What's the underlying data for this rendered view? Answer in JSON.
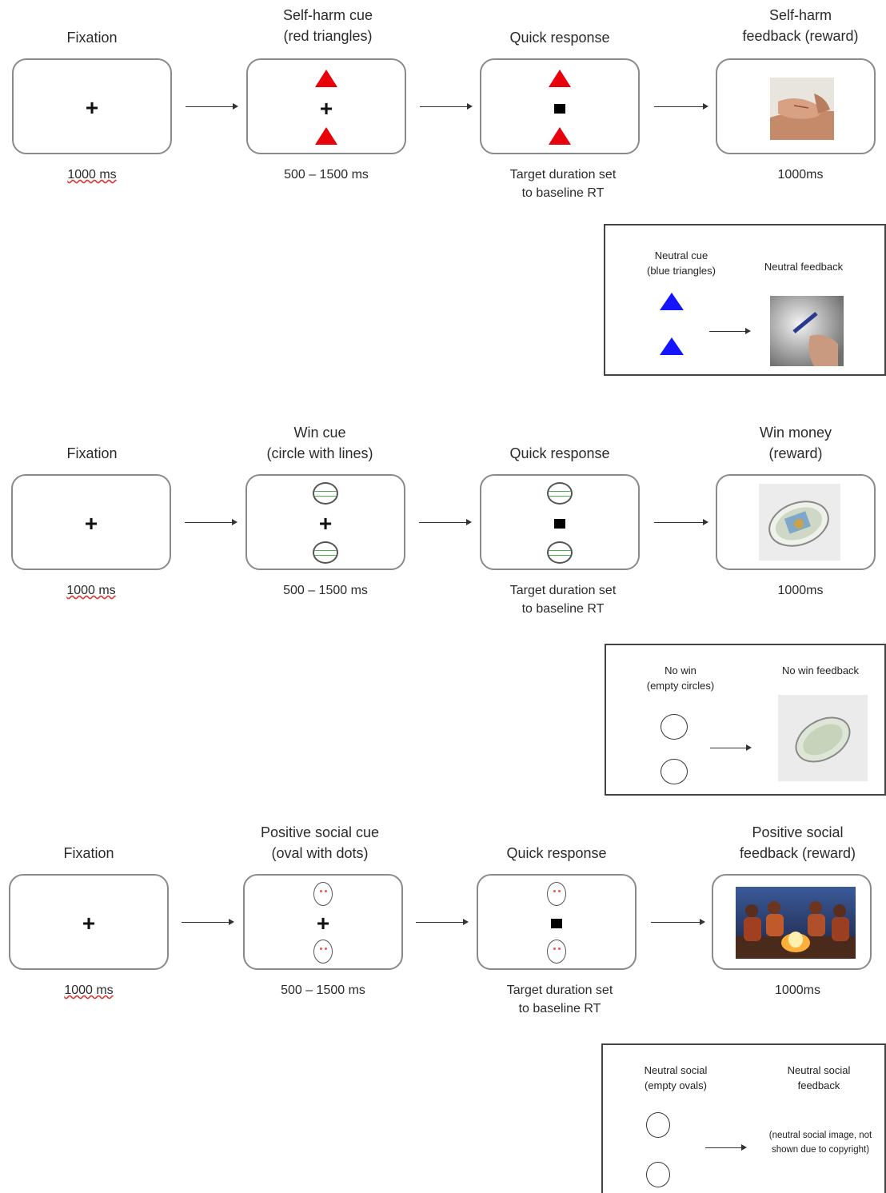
{
  "rows": [
    {
      "fixation_title": "Fixation",
      "cue_title": [
        "Self-harm cue",
        "(red triangles)"
      ],
      "response_title": "Quick response",
      "feedback_title": [
        "Self-",
        "harm",
        "feedback (reward)"
      ],
      "fixation_time": "1000 ms",
      "cue_time": "500 – 1500 ms",
      "response_time": [
        "Target duration set",
        "to baseline RT"
      ],
      "feedback_time": "1000ms",
      "neutral": {
        "cue_title": [
          "Neutral cue",
          "(blue triangles)"
        ],
        "feedback_title": "Neutral feedback"
      }
    },
    {
      "fixation_title": "Fixation",
      "cue_title": [
        "Win cue",
        "(circle with lines)"
      ],
      "response_title": "Quick response",
      "feedback_title": [
        "Win money",
        "(reward)"
      ],
      "fixation_time": "1000 ms",
      "cue_time": "500 – 1500 ms",
      "response_time": [
        "Target duration set",
        "to baseline RT"
      ],
      "feedback_time": "1000ms",
      "neutral": {
        "cue_title": [
          "No win",
          "(empty circles)"
        ],
        "feedback_title": "No win feedback"
      }
    },
    {
      "fixation_title": "Fixation",
      "cue_title": [
        "Positive social cue",
        "(oval with dots)"
      ],
      "response_title": "Quick response",
      "feedback_title": [
        "Positive social",
        "feedback (reward)"
      ],
      "fixation_time": "1000 ms",
      "cue_time": "500 – 1500 ms",
      "response_time": [
        "Target duration set",
        "to baseline RT"
      ],
      "feedback_time": "1000ms",
      "neutral": {
        "cue_title": [
          "Neutral social",
          "(empty ovals)"
        ],
        "feedback_title": [
          "Neutral social",
          "feedback"
        ],
        "placeholder": [
          "(neutral social image, not",
          "shown due to copyright)"
        ]
      }
    }
  ],
  "symbols": {
    "plus": "+"
  },
  "colors": {
    "red_triangle": "#e8000b",
    "blue_triangle": "#1515ff",
    "line_green": "#4caf50",
    "dot_red": "#e55555"
  }
}
